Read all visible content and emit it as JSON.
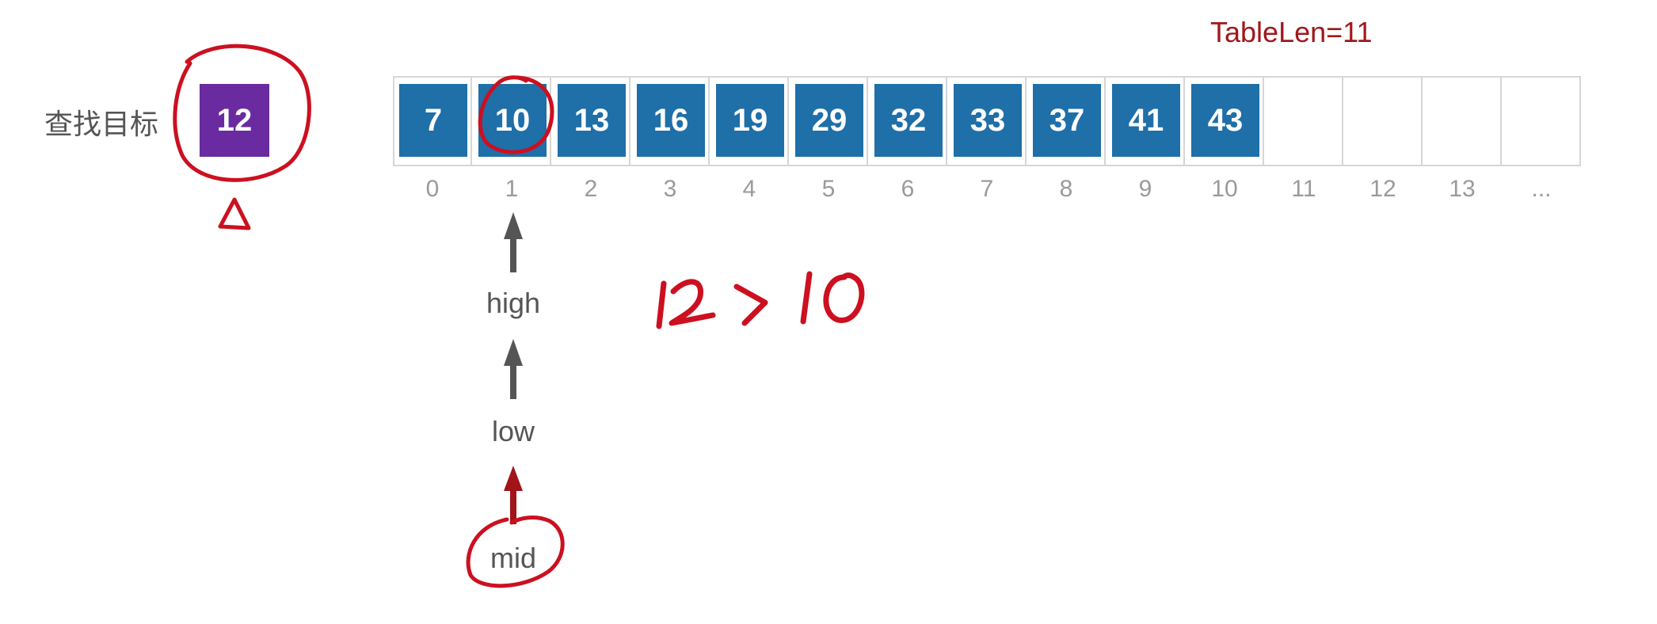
{
  "target": {
    "label": "查找目标",
    "value": "12"
  },
  "table_len_label": "TableLen=11",
  "cells": [
    "7",
    "10",
    "13",
    "16",
    "19",
    "29",
    "32",
    "33",
    "37",
    "41",
    "43",
    "",
    "",
    "",
    ""
  ],
  "indices": [
    "0",
    "1",
    "2",
    "3",
    "4",
    "5",
    "6",
    "7",
    "8",
    "9",
    "10",
    "11",
    "12",
    "13",
    "..."
  ],
  "pointers": {
    "high": "high",
    "low": "low",
    "mid": "mid"
  },
  "colors": {
    "target_fill": "#6a2aa0",
    "cell_fill": "#1f6fa8",
    "annotation": "#cc1020",
    "tablelen": "#a0181a",
    "arrow_gray": "#555555",
    "arrow_red": "#a0141a"
  },
  "handwritten_note": "12>10"
}
